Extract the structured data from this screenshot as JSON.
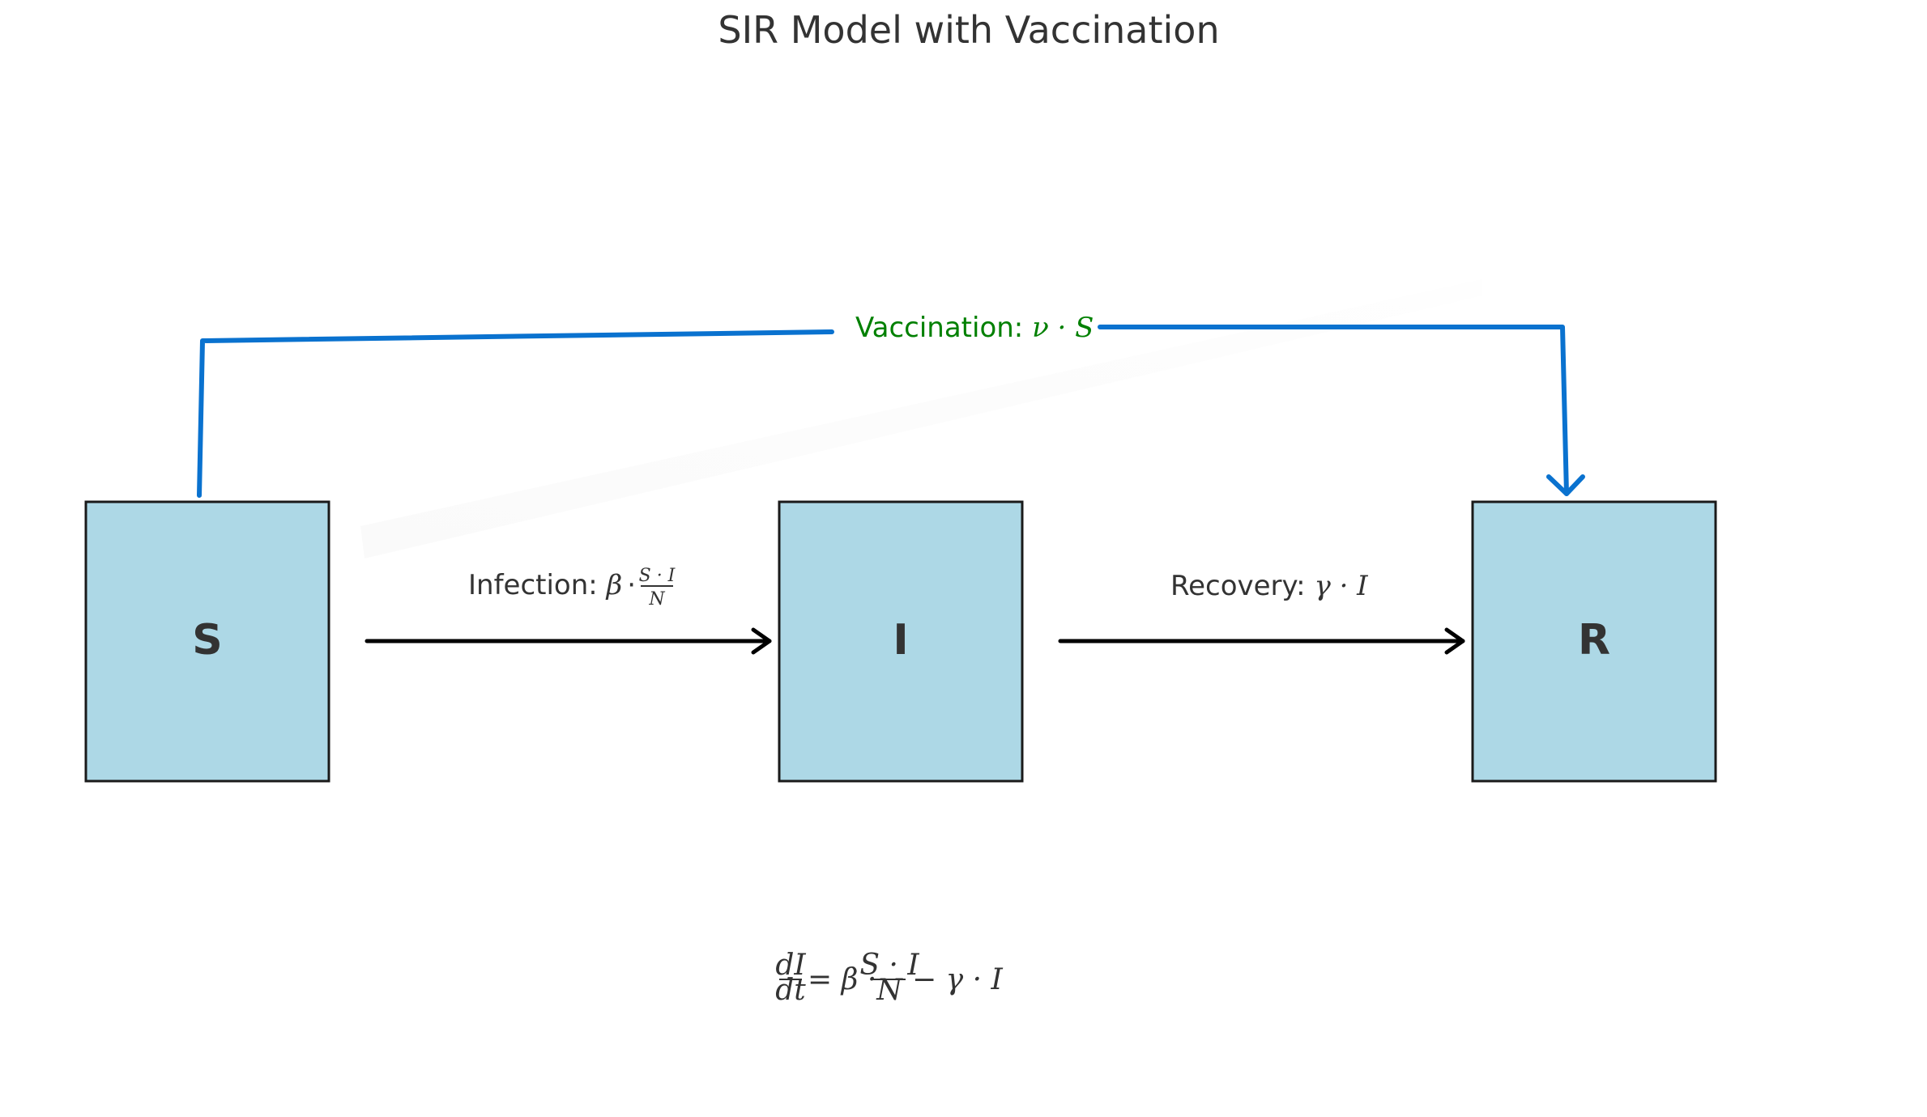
{
  "title": "SIR Model with Vaccination",
  "colors": {
    "box_fill": "#add8e6",
    "box_border": "#1a1a1a",
    "flow_arrow": "#000000",
    "vaccination_line": "#0a72cf",
    "vaccination_text": "#008000",
    "text": "#333333"
  },
  "compartments": {
    "S": "S",
    "I": "I",
    "R": "R"
  },
  "infection": {
    "label": "Infection: ",
    "beta": "β",
    "dot": "·",
    "num": "S · I",
    "den": "N"
  },
  "recovery": {
    "label": "Recovery: ",
    "expr": "γ · I"
  },
  "vaccination": {
    "label": "Vaccination: ",
    "expr": "ν · S"
  },
  "equation": {
    "lhs_num": "dI",
    "lhs_den": "dt",
    "eq_beta": "= β ·",
    "frac_num": "S · I",
    "frac_den": "N",
    "tail": "− γ · I"
  }
}
